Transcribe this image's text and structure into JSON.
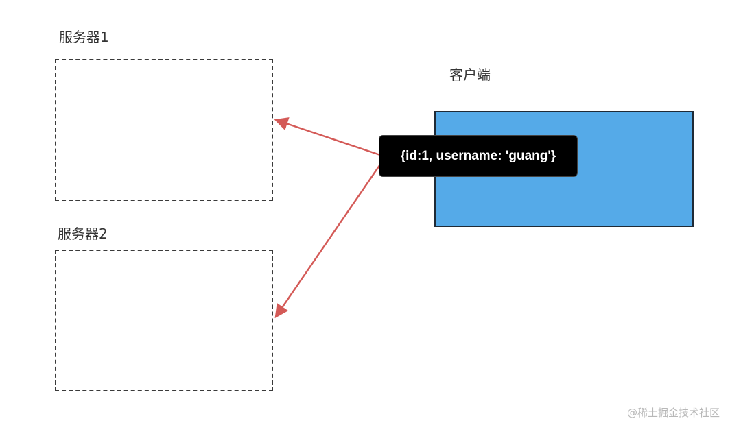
{
  "servers": [
    {
      "label": "服务器1"
    },
    {
      "label": "服务器2"
    }
  ],
  "client": {
    "label": "客户端",
    "color": "#55aae8"
  },
  "token": {
    "text": "{id:1, username: 'guang'}"
  },
  "arrow_color": "#d45a57",
  "watermark": "@稀土掘金技术社区"
}
